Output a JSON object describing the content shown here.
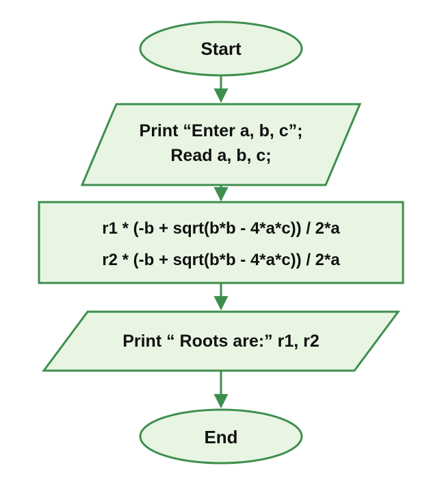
{
  "flowchart": {
    "start_label": "Start",
    "input_line1": "Print “Enter a, b, c”;",
    "input_line2": "Read a, b, c;",
    "process_line1": "r1 * (-b + sqrt(b*b - 4*a*c)) / 2*a",
    "process_line2": "r2 * (-b + sqrt(b*b - 4*a*c)) / 2*a",
    "output_label": "Print “ Roots are:” r1, r2",
    "end_label": "End"
  },
  "colors": {
    "shape_fill": "#e8f5e3",
    "shape_stroke": "#3e8e4e",
    "arrow": "#3e8e4e",
    "text": "#111111"
  }
}
